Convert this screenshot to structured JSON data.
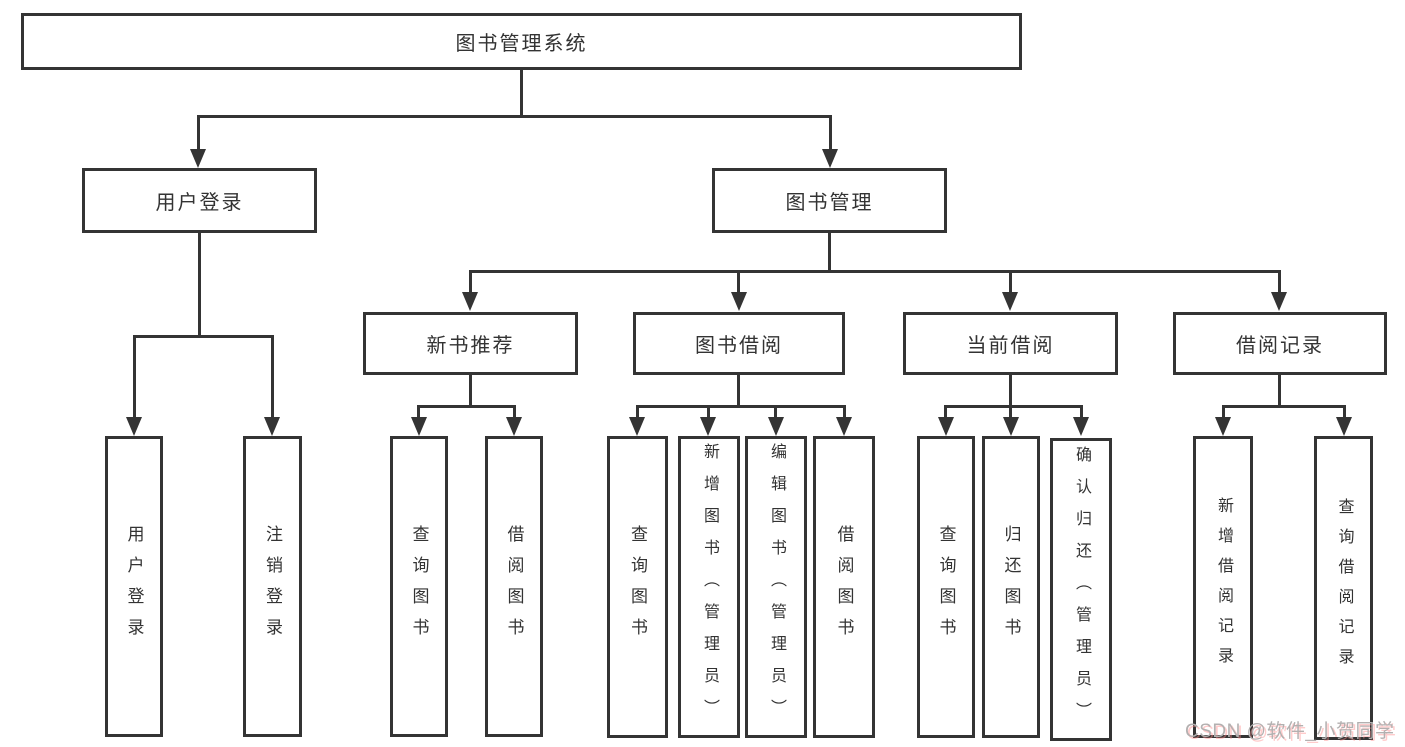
{
  "diagram": {
    "root": {
      "label": "图书管理系统"
    },
    "branches": [
      {
        "label": "用户登录",
        "children": [
          {
            "label": "用户登录"
          },
          {
            "label": "注销登录"
          }
        ]
      },
      {
        "label": "图书管理",
        "children": [
          {
            "label": "新书推荐",
            "children": [
              {
                "label": "查询图书"
              },
              {
                "label": "借阅图书"
              }
            ]
          },
          {
            "label": "图书借阅",
            "children": [
              {
                "label": "查询图书"
              },
              {
                "label": "新增图书（管理员）"
              },
              {
                "label": "编辑图书（管理员）"
              },
              {
                "label": "借阅图书"
              }
            ]
          },
          {
            "label": "当前借阅",
            "children": [
              {
                "label": "查询图书"
              },
              {
                "label": "归还图书"
              },
              {
                "label": "确认归还（管理员）"
              }
            ]
          },
          {
            "label": "借阅记录",
            "children": [
              {
                "label": "新增借阅记录"
              },
              {
                "label": "查询借阅记录"
              }
            ]
          }
        ]
      }
    ]
  },
  "watermark": {
    "text": "CSDN @软件_小贺同学"
  },
  "colors": {
    "line": "#343434",
    "text": "#333333",
    "background": "#ffffff",
    "watermark_gray": "#b3b0b0",
    "watermark_shadow_tint": "#ff8c8c"
  }
}
